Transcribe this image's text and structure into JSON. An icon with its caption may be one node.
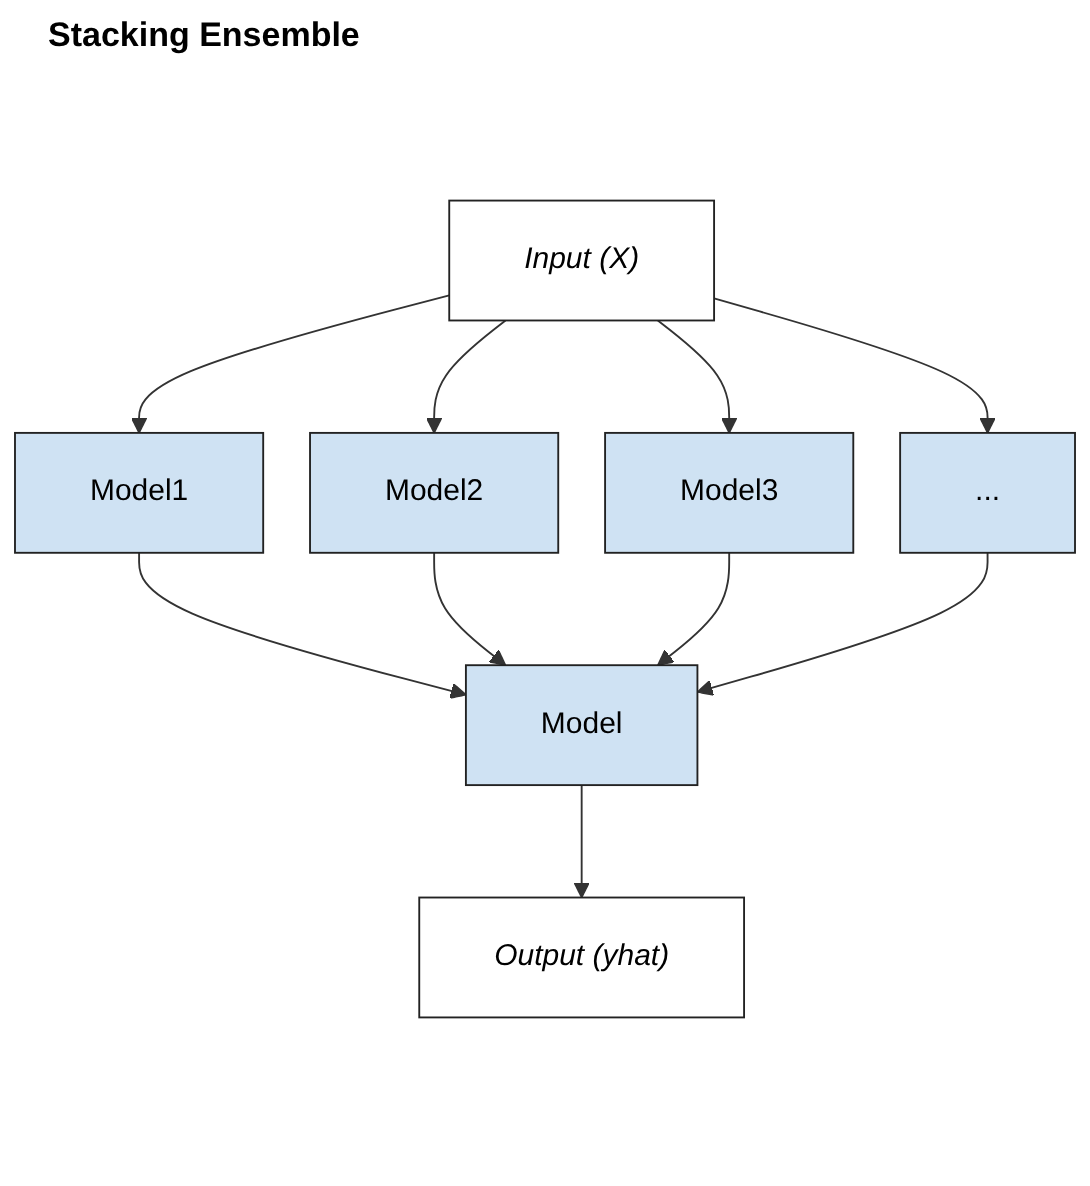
{
  "diagram": {
    "title": "Stacking Ensemble",
    "nodes": [
      {
        "text": [
          "Input (X)"
        ]
      },
      {
        "text": [
          "Model1"
        ]
      },
      {
        "text": [
          "Model2"
        ]
      },
      {
        "text": [
          "Model3"
        ]
      },
      {
        "text": [
          "..."
        ]
      },
      {
        "text": [
          "Model"
        ]
      },
      {
        "text": [
          "Output (yhat)"
        ]
      }
    ],
    "edges": [
      {
        "from": 0,
        "to": 1,
        "arrow": "to"
      },
      {
        "from": 0,
        "to": 2,
        "arrow": "to"
      },
      {
        "from": 0,
        "to": 3,
        "arrow": "to"
      },
      {
        "from": 0,
        "to": 4,
        "arrow": "to"
      },
      {
        "from": 1,
        "to": 5,
        "arrow": "to"
      },
      {
        "from": 2,
        "to": 5,
        "arrow": "to"
      },
      {
        "from": 3,
        "to": 5,
        "arrow": "to"
      },
      {
        "from": 4,
        "to": 5,
        "arrow": "to"
      },
      {
        "from": 5,
        "to": 6,
        "arrow": "to"
      }
    ]
  }
}
